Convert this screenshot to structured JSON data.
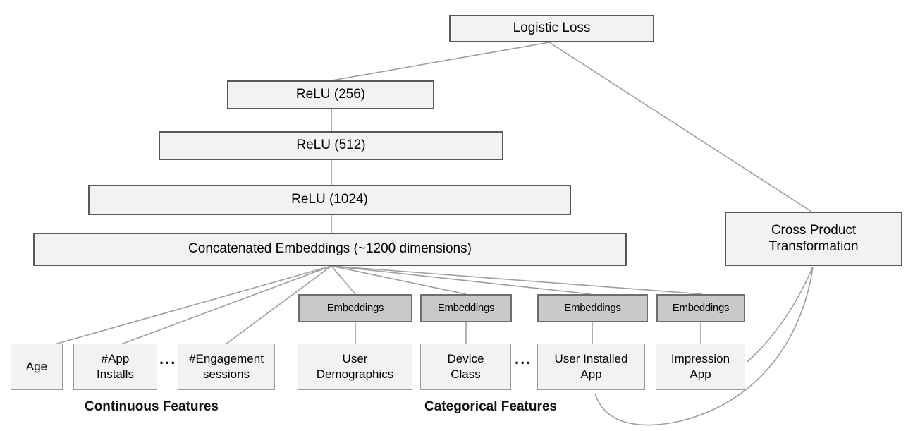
{
  "palette": {
    "node_fill": "#f2f2f3",
    "node_border": "#58585a",
    "feature_border": "#9b9b9b",
    "embed_fill": "#c9c9ca",
    "embed_border": "#6d6d6d",
    "edge_color": "#9e9e9e",
    "text_color": "#000000"
  },
  "nodes": {
    "logistic_loss": {
      "label": "Logistic Loss"
    },
    "relu_256": {
      "label": "ReLU (256)"
    },
    "relu_512": {
      "label": "ReLU (512)"
    },
    "relu_1024": {
      "label": "ReLU (1024)"
    },
    "concatenated_embeddings": {
      "label": "Concatenated Embeddings (~1200 dimensions)"
    },
    "cross_product": {
      "line1": "Cross Product",
      "line2": "Transformation"
    },
    "embeddings": {
      "label": "Embeddings"
    }
  },
  "features": {
    "age": {
      "line1": "Age",
      "line2": ""
    },
    "app_installs": {
      "line1": "#App",
      "line2": "Installs"
    },
    "engagement_sessions": {
      "line1": "#Engagement",
      "line2": "sessions"
    },
    "user_demographics": {
      "line1": "User",
      "line2": "Demographics"
    },
    "device_class": {
      "line1": "Device",
      "line2": "Class"
    },
    "user_installed_app": {
      "line1": "User Installed",
      "line2": "App"
    },
    "impression_app": {
      "line1": "Impression",
      "line2": "App"
    }
  },
  "ellipsis": "...",
  "group_labels": {
    "continuous": "Continuous Features",
    "categorical": "Categorical Features"
  }
}
